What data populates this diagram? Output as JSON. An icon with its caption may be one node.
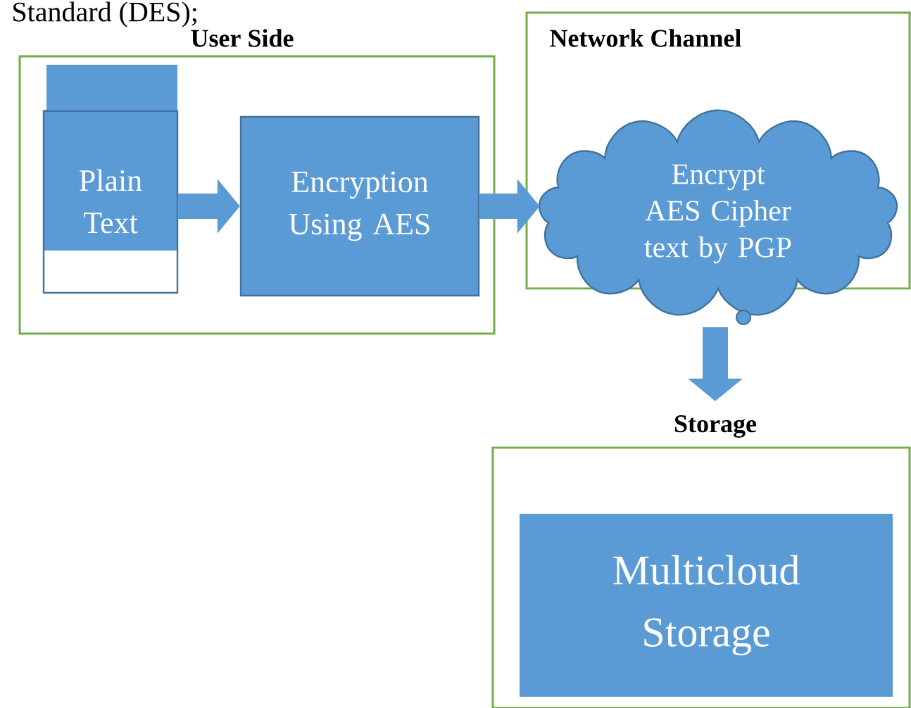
{
  "diagram": {
    "nodes": [
      {
        "text": [
          "User Side"
        ]
      },
      {
        "text": [
          "Plain Text"
        ],
        "in": 0
      },
      {
        "text": [
          "Encryption Using AES"
        ],
        "in": 0
      },
      {
        "text": [
          "Network Channel"
        ]
      },
      {
        "text": [
          "Encrypt AES Cipher text by PGP"
        ]
      },
      {
        "text": [
          "Storage"
        ]
      },
      {
        "text": [
          "Multicloud Storage"
        ],
        "in": 5
      }
    ],
    "edges": [
      {
        "from": 1,
        "to": 2,
        "arrow": "to"
      },
      {
        "from": 2,
        "to": 4,
        "arrow": "to"
      },
      {
        "from": 4,
        "to": 5,
        "arrow": "to"
      }
    ],
    "labels": [
      "Standard (DES);"
    ]
  }
}
